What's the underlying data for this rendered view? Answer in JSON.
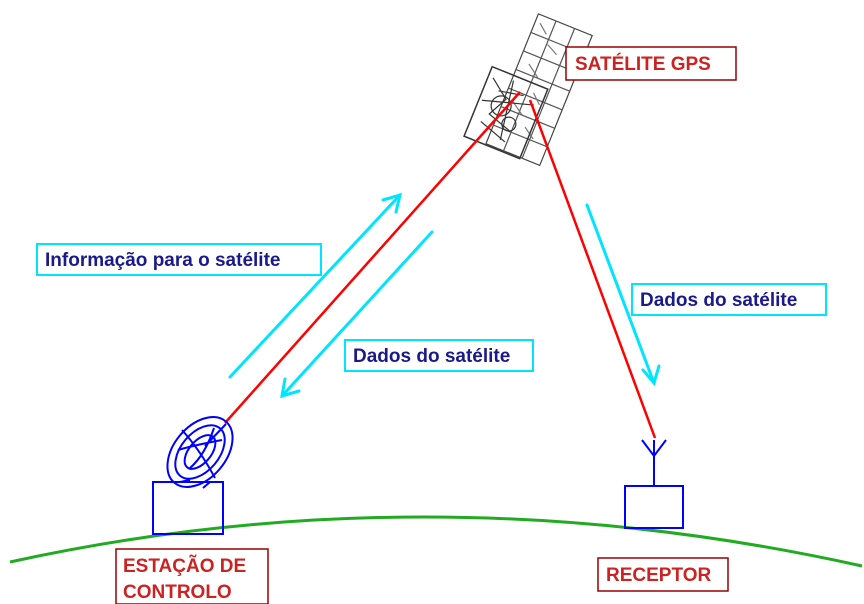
{
  "labels": {
    "satellite": "SATÉLITE GPS",
    "info_to_satellite": "Informação para o satélite",
    "data_from_satellite_left": "Dados do satélite",
    "data_from_satellite_right": "Dados do satélite",
    "control_station_line1": "ESTAÇÃO DE",
    "control_station_line2": "CONTROLO",
    "receiver": "RECEPTOR"
  },
  "colors": {
    "signal_line": "#ff0000",
    "data_arrow": "#00e5ff",
    "info_label_text": "#1a1a8c",
    "equipment": "#0000ff",
    "ground": "#22aa22",
    "place_label_text": "#cc2222",
    "place_label_border": "#990000"
  }
}
